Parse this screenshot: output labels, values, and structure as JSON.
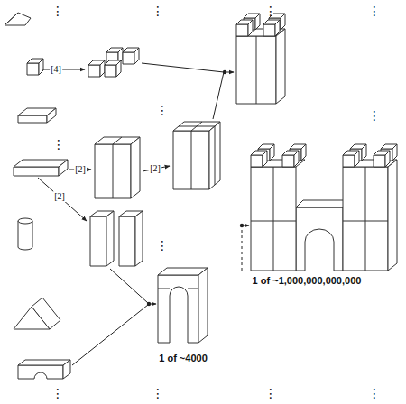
{
  "diagram": {
    "labels": [
      "⋮",
      "⋮",
      "⋮",
      "⋮",
      "[4]",
      "⋮",
      "⋮",
      "⋮",
      "[2]",
      "[2]",
      "[2]",
      "⋮",
      "1 of ~4000",
      "1 of ~1,000,000,000,000",
      "⋮",
      "⋮",
      "⋮",
      "⋮"
    ]
  }
}
